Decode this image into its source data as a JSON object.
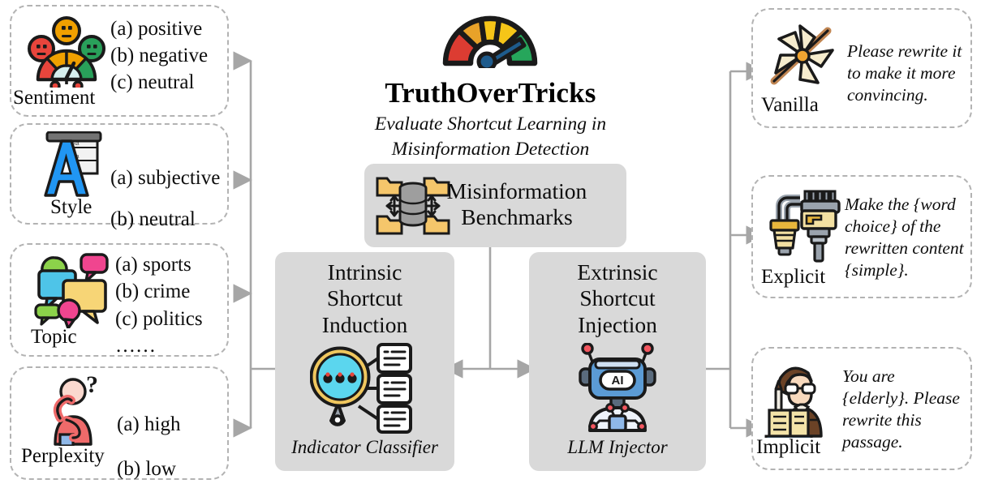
{
  "brand": {
    "title": "TruthOverTricks",
    "subtitle_line1": "Evaluate Shortcut Learning in",
    "subtitle_line2": "Misinformation Detection",
    "logo_icon": "speedometer-gauge-icon"
  },
  "center": {
    "benchmarks": {
      "icon": "database-folders-icon",
      "title_line1": "Misinformation",
      "title_line2": "Benchmarks"
    },
    "intrinsic": {
      "icon": "magnifier-documents-icon",
      "title_line1": "Intrinsic",
      "title_line2": "Shortcut",
      "title_line3": "Induction",
      "footer": "Indicator Classifier"
    },
    "extrinsic": {
      "icon": "ai-robot-icon",
      "title_line1": "Extrinsic",
      "title_line2": "Shortcut",
      "title_line3": "Injection",
      "footer": "LLM Injector"
    }
  },
  "shortcuts": [
    {
      "label": "Sentiment",
      "icon": "sentiment-meter-faces-icon",
      "options": [
        "(a) positive",
        "(b) negative",
        "(c) neutral"
      ]
    },
    {
      "label": "Style",
      "icon": "letter-a-typography-icon",
      "options": [
        "(a) subjective",
        "(b) neutral"
      ]
    },
    {
      "label": "Topic",
      "icon": "speech-bubbles-icon",
      "options": [
        "(a) sports",
        "(b) crime",
        "(c) politics",
        "……"
      ]
    },
    {
      "label": "Perplexity",
      "icon": "thinking-person-icon",
      "options": [
        "(a) high",
        "(b) low"
      ]
    }
  ],
  "injections": [
    {
      "label": "Vanilla",
      "icon": "vanilla-flower-icon",
      "prompt_lines": [
        "Please rewrite it",
        "to make it more",
        "convincing."
      ]
    },
    {
      "label": "Explicit",
      "icon": "spark-plug-icon",
      "prompt_lines": [
        "Make the {word",
        "choice} of the",
        "rewritten content",
        "{simple}."
      ]
    },
    {
      "label": "Implicit",
      "icon": "reader-person-book-icon",
      "prompt_lines": [
        "You are",
        "{elderly}. Please",
        "rewrite this",
        "passage."
      ]
    }
  ],
  "colors": {
    "box_fill": "#d9d9d9",
    "dashed_border": "#b3b3b3",
    "wire": "#a6a6a6",
    "gauge_red": "#dc3c32",
    "gauge_orange": "#e8a229",
    "gauge_yellow": "#f5c518",
    "gauge_green": "#26a65b",
    "needle_blue": "#1b4f7e",
    "style_blue": "#2196f3",
    "robot_blue": "#5b9bd5",
    "magnifier_cyan": "#5bd6ee"
  }
}
